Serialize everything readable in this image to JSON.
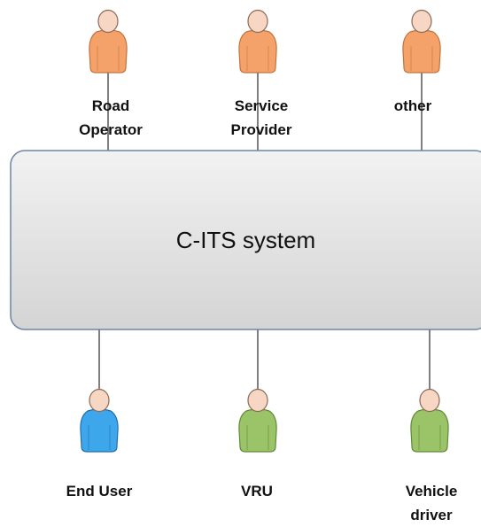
{
  "system": {
    "title": "C-ITS system",
    "fill_top": "#f2f2f2",
    "fill_bottom": "#d4d4d4",
    "border_color": "#6e84a6"
  },
  "actors_top": [
    {
      "id": "road-operator",
      "label_lines": [
        "Road",
        "Operator"
      ],
      "color": "orange"
    },
    {
      "id": "service-provider",
      "label_lines": [
        "Service",
        "Provider"
      ],
      "color": "orange"
    },
    {
      "id": "other",
      "label_lines": [
        "other"
      ],
      "color": "orange"
    }
  ],
  "actors_bottom": [
    {
      "id": "end-user",
      "label_lines": [
        "End User"
      ],
      "color": "blue"
    },
    {
      "id": "vru",
      "label_lines": [
        "VRU"
      ],
      "color": "green"
    },
    {
      "id": "vehicle-driver",
      "label_lines": [
        "Vehicle",
        "driver"
      ],
      "color": "green"
    }
  ],
  "colors": {
    "orange": {
      "head": "#f7d7c4",
      "body": "#f4a26a",
      "stroke": "#c2733d"
    },
    "blue": {
      "head": "#f7d7c4",
      "body": "#3ea6ea",
      "stroke": "#1f6fb0"
    },
    "green": {
      "head": "#f7d7c4",
      "body": "#9bc468",
      "stroke": "#5f8a35"
    },
    "line": "#3a3a3a"
  }
}
